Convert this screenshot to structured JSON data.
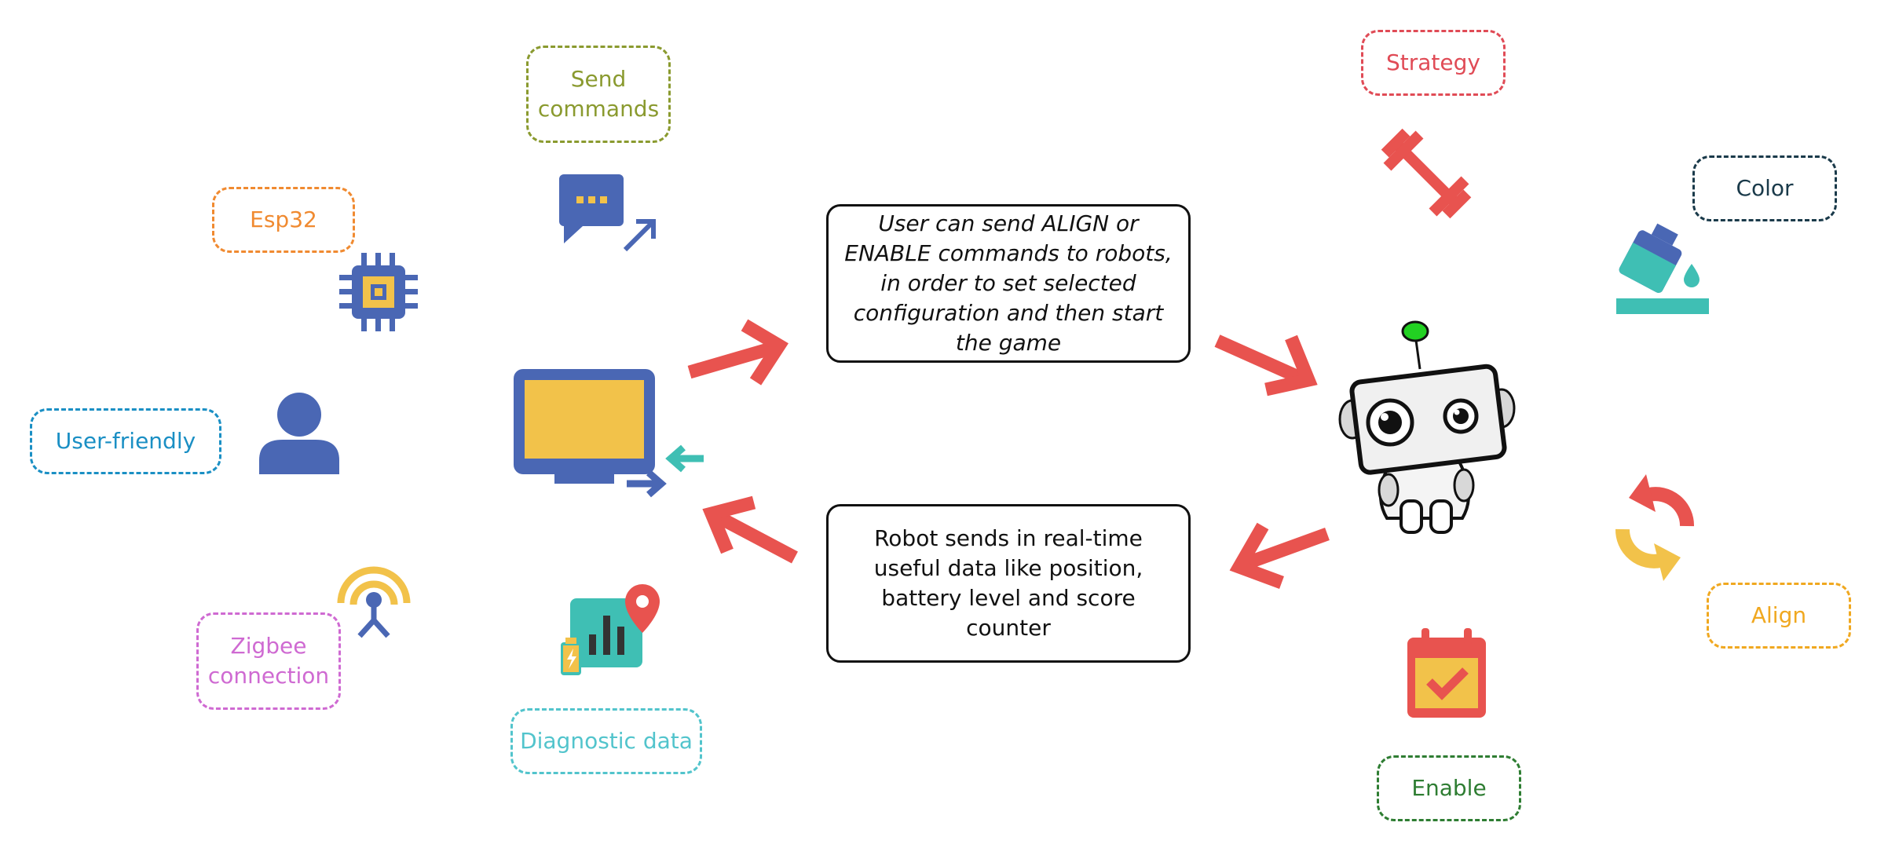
{
  "colors": {
    "arrow": "#e8534f",
    "icon_blue": "#4a67b4",
    "icon_yellow": "#f2c24a",
    "icon_teal": "#3fbfb4",
    "robot_antenna": "#22d122"
  },
  "labels": {
    "send_commands": {
      "text": "Send\ncommands",
      "color": "#8a9a2f"
    },
    "esp32": {
      "text": "Esp32",
      "color": "#f08a30"
    },
    "user_friendly": {
      "text": "User-friendly",
      "color": "#1a8fc4"
    },
    "zigbee": {
      "text": "Zigbee\nconnection",
      "color": "#cf6ad2"
    },
    "diagnostic": {
      "text": "Diagnostic data",
      "color": "#52c4cc"
    },
    "strategy": {
      "text": "Strategy",
      "color": "#e04b56"
    },
    "color": {
      "text": "Color",
      "color": "#1a3a4a"
    },
    "align": {
      "text": "Align",
      "color": "#f0a820"
    },
    "enable": {
      "text": "Enable",
      "color": "#2e7d32"
    }
  },
  "boxes": {
    "commands": "User can send ALIGN or ENABLE commands to robots, in order to set selected configuration and then start the game",
    "telemetry": "Robot sends in real-time useful data like position, battery level and score counter"
  },
  "icons": [
    "chat-icon",
    "chip-icon",
    "user-icon",
    "antenna-icon",
    "monitor-icon",
    "dashboard-icon",
    "robot-icon",
    "dumbbell-icon",
    "paint-bucket-icon",
    "refresh-icon",
    "calendar-check-icon"
  ]
}
